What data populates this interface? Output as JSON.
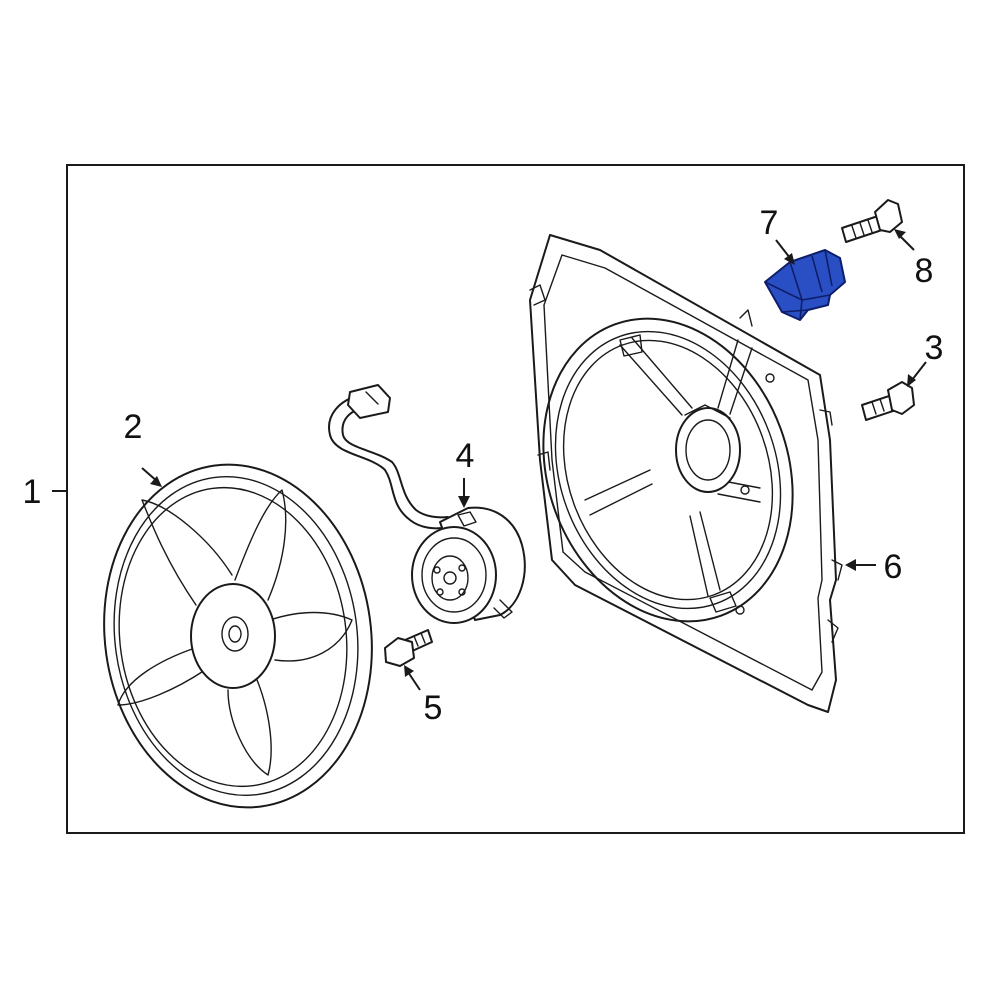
{
  "callouts": [
    {
      "id": "1",
      "text": "1"
    },
    {
      "id": "2",
      "text": "2"
    },
    {
      "id": "3",
      "text": "3"
    },
    {
      "id": "4",
      "text": "4"
    },
    {
      "id": "5",
      "text": "5"
    },
    {
      "id": "6",
      "text": "6"
    },
    {
      "id": "7",
      "text": "7"
    },
    {
      "id": "8",
      "text": "8"
    }
  ],
  "colors": {
    "highlight": "#2a4fc4",
    "highlight_stroke": "#0e1e6a",
    "line": "#1a1a1a",
    "background": "#ffffff"
  }
}
